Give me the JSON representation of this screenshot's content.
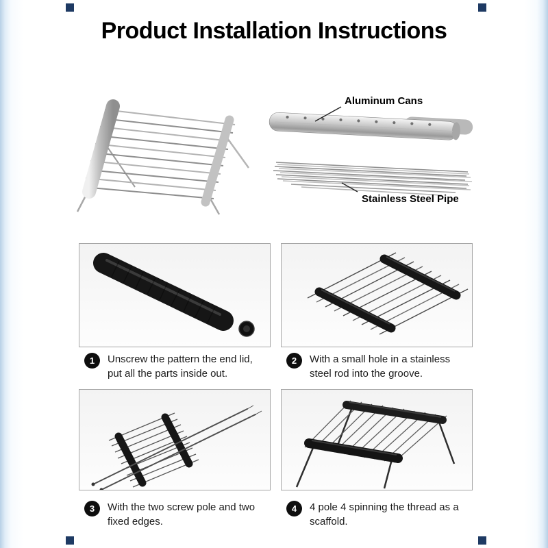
{
  "title": "Product Installation Instructions",
  "hero": {
    "label_cans": "Aluminum Cans",
    "label_pipe": "Stainless Steel Pipe"
  },
  "steps": [
    {
      "number": "1",
      "text": "Unscrew the pattern the end lid, put all the parts inside out."
    },
    {
      "number": "2",
      "text": "With a small hole in a stainless steel rod into the groove."
    },
    {
      "number": "3",
      "text": "With the two screw pole and two fixed edges."
    },
    {
      "number": "4",
      "text": "4 pole 4 spinning the thread as a scaffold."
    }
  ],
  "colors": {
    "page_edge_blue": "#b8d0e6",
    "corner_mark_navy": "#1e3a63",
    "panel_border_gray": "#a5a5a5",
    "tube_black": "#161616",
    "steel_silver": "#c4c4c4",
    "text_black": "#111111"
  }
}
